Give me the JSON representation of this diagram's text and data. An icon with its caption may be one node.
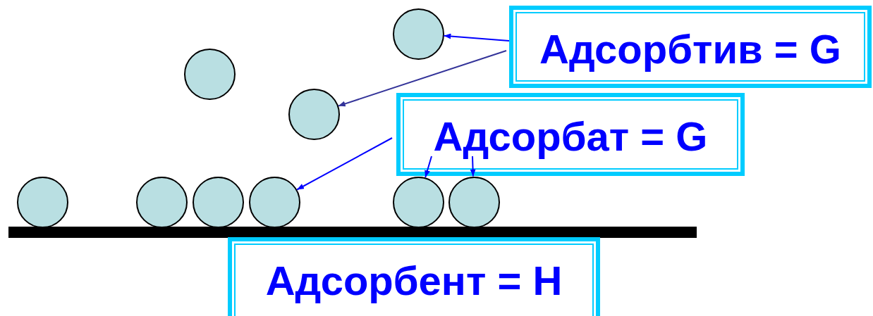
{
  "diagram": {
    "nodes": [
      {
        "text": [
          "Адсорбтив = G"
        ]
      },
      {
        "text": [
          "Адсорбат = G"
        ]
      },
      {
        "text": [
          "Адсорбент = H"
        ]
      },
      {
        "text": [],
        "shape": "circle"
      },
      {
        "text": [],
        "shape": "circle"
      },
      {
        "text": [],
        "shape": "circle"
      },
      {
        "text": [],
        "shape": "circle"
      },
      {
        "text": [],
        "shape": "circle"
      },
      {
        "text": [],
        "shape": "circle"
      },
      {
        "text": [],
        "shape": "circle"
      },
      {
        "text": [],
        "shape": "circle"
      },
      {
        "text": [],
        "shape": "circle"
      }
    ],
    "edges": [
      {
        "from": 0,
        "to": 3,
        "arrow": "to"
      },
      {
        "from": 0,
        "to": 5,
        "arrow": "to",
        "color": "#333399"
      },
      {
        "from": 1,
        "to": 9,
        "arrow": "to"
      },
      {
        "from": 1,
        "to": 10,
        "arrow": "to"
      },
      {
        "from": 1,
        "to": 11,
        "arrow": "to"
      }
    ]
  }
}
